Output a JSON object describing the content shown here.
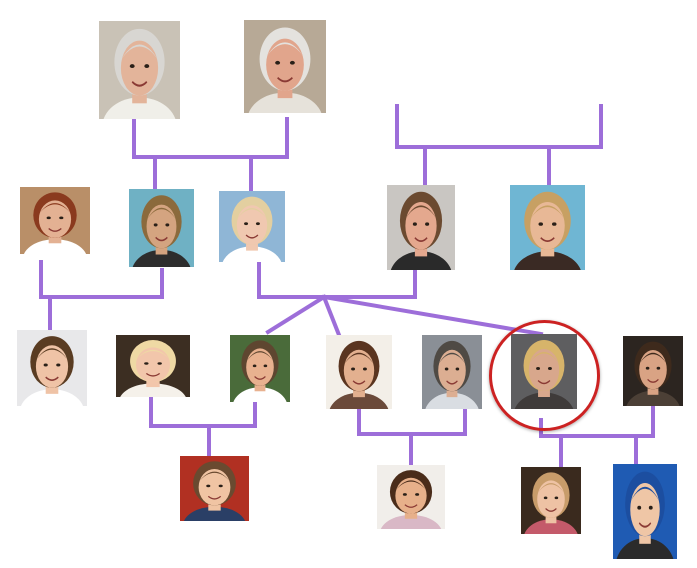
{
  "colors": {
    "connector": "#9d6ed9",
    "highlight": "#cc2222",
    "background": "#ffffff"
  },
  "people": [
    {
      "id": "grandmother",
      "generation": 1,
      "hair": "#d8d6d2",
      "skin": "#e3b49a",
      "bg": "#c9c2b6",
      "shirt": "#f0efe9"
    },
    {
      "id": "grandfather",
      "generation": 1,
      "hair": "#e4e2de",
      "skin": "#e1a58c",
      "bg": "#b7a996",
      "shirt": "#e6e2da"
    },
    {
      "id": "aunt-left",
      "generation": 2,
      "hair": "#8a3a1e",
      "skin": "#e3b193",
      "bg": "#b98f68",
      "shirt": "#ffffff"
    },
    {
      "id": "uncle-left",
      "generation": 2,
      "hair": "#8b6a3c",
      "skin": "#d4a480",
      "bg": "#6fb1c4",
      "shirt": "#2d2d2d"
    },
    {
      "id": "mother-center",
      "generation": 2,
      "hair": "#e3cfa0",
      "skin": "#f0c8b0",
      "bg": "#8fb6d6",
      "shirt": "#ffffff"
    },
    {
      "id": "father-center",
      "generation": 2,
      "hair": "#6b4a30",
      "skin": "#e4a88e",
      "bg": "#c9c6c2",
      "shirt": "#2a2a2a"
    },
    {
      "id": "woman-right-gen2",
      "generation": 2,
      "hair": "#c7a063",
      "skin": "#e8b896",
      "bg": "#6fb6d3",
      "shirt": "#3a2a24"
    },
    {
      "id": "boy-left",
      "generation": 3,
      "hair": "#5a3c22",
      "skin": "#efc3a6",
      "bg": "#e8e8ea",
      "shirt": "#ffffff"
    },
    {
      "id": "blonde-woman",
      "generation": 3,
      "hair": "#efd9a4",
      "skin": "#f2c6ab",
      "bg": "#3c2e22",
      "shirt": "#f5f1ea"
    },
    {
      "id": "man-smiling",
      "generation": 3,
      "hair": "#5e4630",
      "skin": "#e8b18f",
      "bg": "#4a6b3a",
      "shirt": "#ffffff"
    },
    {
      "id": "brunette-woman",
      "generation": 3,
      "hair": "#5a3520",
      "skin": "#e3b08f",
      "bg": "#f3efe8",
      "shirt": "#6b4a3a"
    },
    {
      "id": "man-gray-shirt",
      "generation": 3,
      "hair": "#4f4a44",
      "skin": "#dcae92",
      "bg": "#8a8f96",
      "shirt": "#d9dde2"
    },
    {
      "id": "highlighted-woman",
      "generation": 3,
      "hair": "#d7b46a",
      "skin": "#d8a78c",
      "bg": "#5e5e60",
      "shirt": "#3f3b3a"
    },
    {
      "id": "man-glasses",
      "generation": 3,
      "hair": "#3e2a1c",
      "skin": "#d9a384",
      "bg": "#2c2520",
      "shirt": "#4c4036"
    },
    {
      "id": "boy-bottom-left",
      "generation": 4,
      "hair": "#6a4a30",
      "skin": "#f0c4a3",
      "bg": "#b13022",
      "shirt": "#2a3f66"
    },
    {
      "id": "girl-curly",
      "generation": 4,
      "hair": "#4a2c1a",
      "skin": "#e7b08a",
      "bg": "#f1eeea",
      "shirt": "#d9b8c6"
    },
    {
      "id": "girl-blonde",
      "generation": 4,
      "hair": "#c89c6a",
      "skin": "#eec2a4",
      "bg": "#3a2a1e",
      "shirt": "#c45a6a"
    },
    {
      "id": "boy-blue-cap",
      "generation": 4,
      "hair": "#1c4ea0",
      "skin": "#efc6a6",
      "bg": "#1f5bb3",
      "shirt": "#2b2b2b"
    }
  ]
}
